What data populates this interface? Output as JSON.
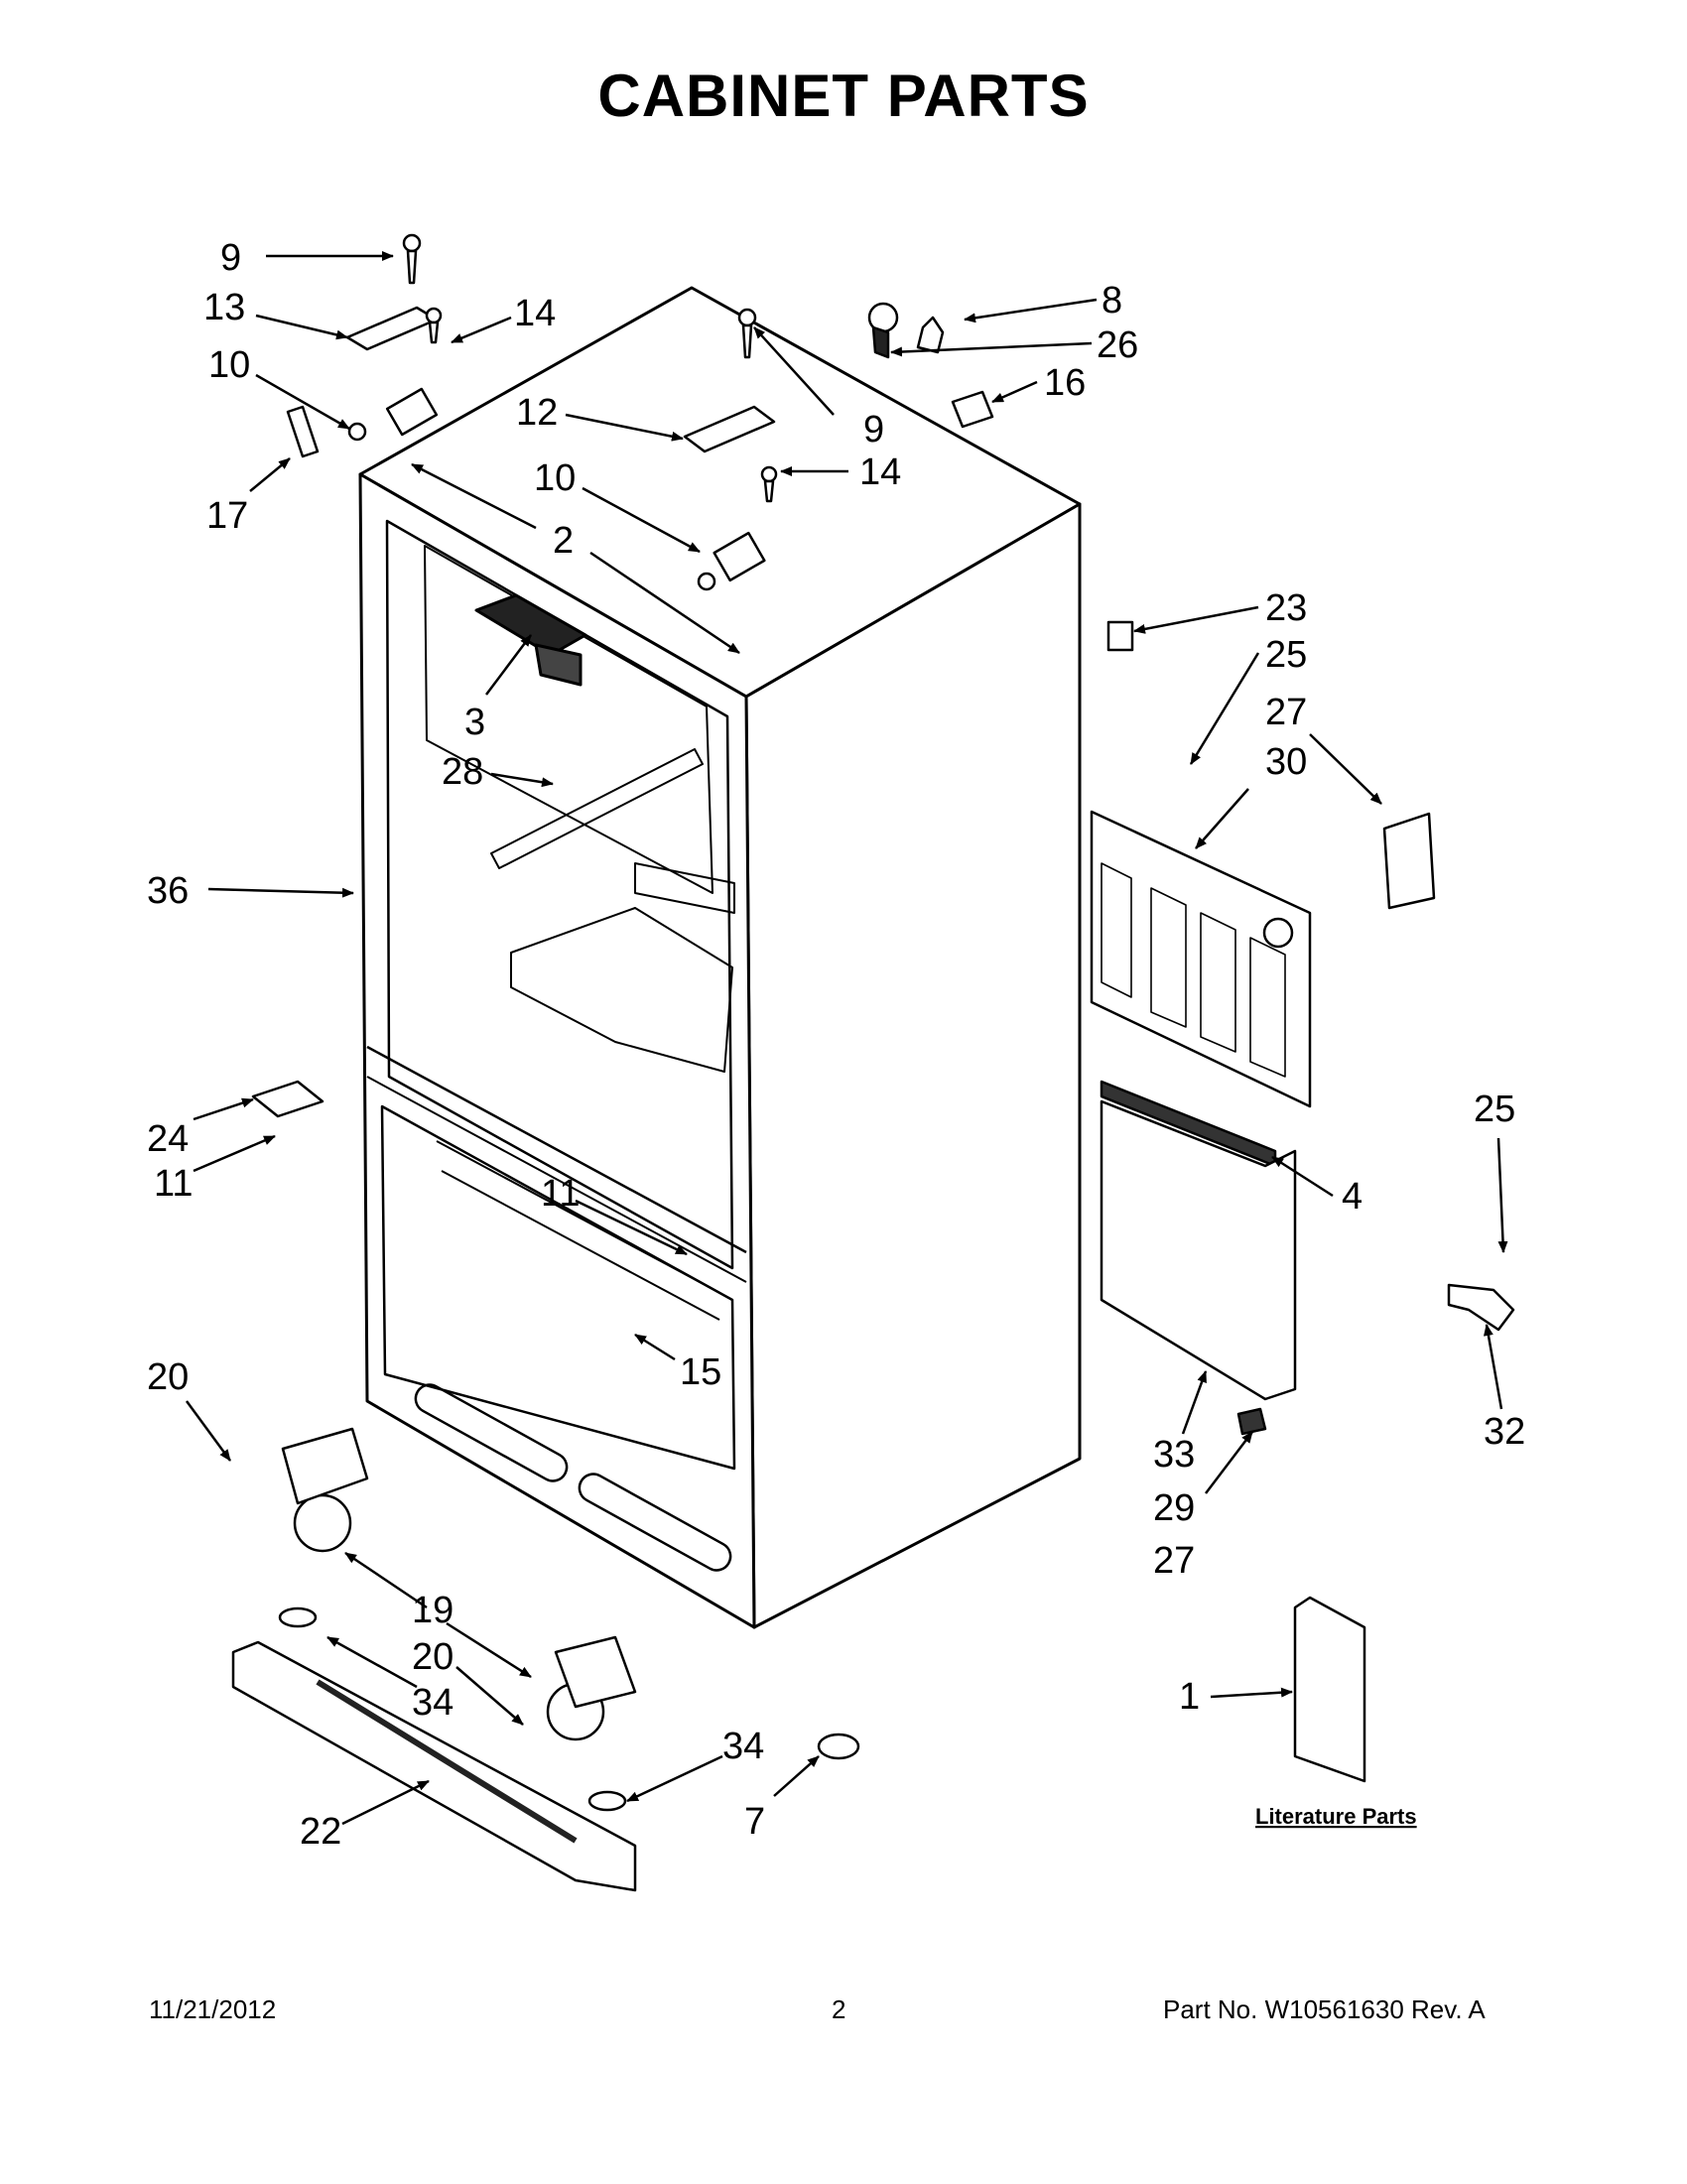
{
  "title": "CABINET PARTS",
  "callouts": [
    "9",
    "13",
    "14",
    "10",
    "17",
    "2",
    "12",
    "9",
    "10",
    "14",
    "8",
    "26",
    "16",
    "23",
    "25",
    "27",
    "30",
    "3",
    "28",
    "36",
    "24",
    "11",
    "11",
    "4",
    "25",
    "32",
    "15",
    "20",
    "33",
    "29",
    "27",
    "19",
    "20",
    "34",
    "34",
    "7",
    "22",
    "1"
  ],
  "literature_label": "Literature Parts",
  "footer": {
    "date": "11/21/2012",
    "page": "2",
    "part": "Part No.  W10561630  Rev.  A"
  }
}
